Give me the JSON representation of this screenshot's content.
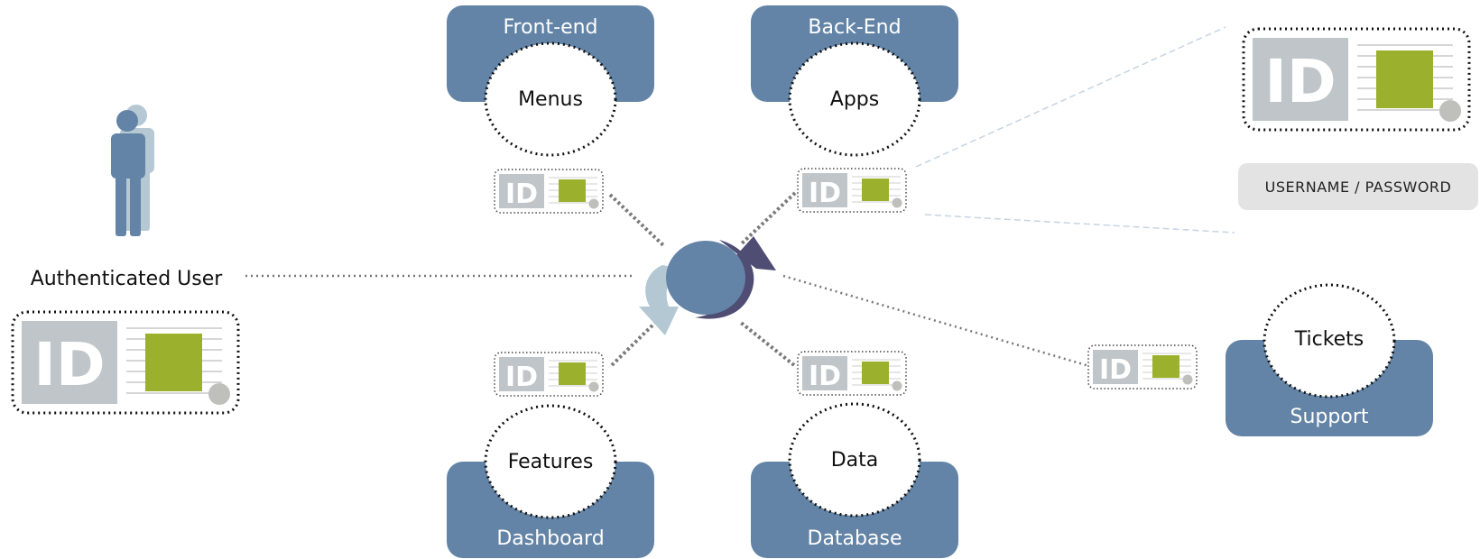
{
  "user": {
    "label": "Authenticated User"
  },
  "hub": {
    "icon": "sync-cycle-icon"
  },
  "nodes": {
    "frontend": {
      "box": "Front-end",
      "circle": "Menus"
    },
    "backend": {
      "box": "Back-End",
      "circle": "Apps"
    },
    "dashboard": {
      "box": "Dashboard",
      "circle": "Features"
    },
    "database": {
      "box": "Database",
      "circle": "Data"
    },
    "support": {
      "box": "Support",
      "circle": "Tickets"
    }
  },
  "credentials": {
    "label": "USERNAME / PASSWORD"
  },
  "id_card": {
    "text": "ID"
  },
  "colors": {
    "box": "#6384a6",
    "id_gray": "#bfc5c8",
    "id_green": "#9bb02c",
    "hub_light": "#b3c8d2",
    "hub_dark": "#4f4d73"
  }
}
